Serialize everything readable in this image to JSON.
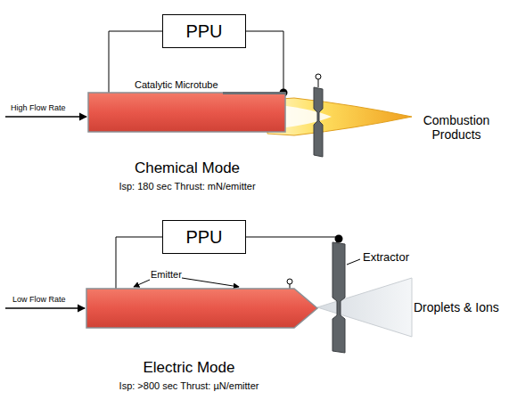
{
  "diagram": {
    "nodes": [
      {
        "text": [
          "PPU"
        ]
      },
      {
        "text": [
          "Catalytic Microtube"
        ]
      },
      {
        "text": [
          "PPU"
        ]
      },
      {
        "text": [
          "Emitter"
        ]
      }
    ],
    "edges": [
      {
        "from": 0,
        "to": 1,
        "arrow": "none"
      },
      {
        "from": 0,
        "to": 1,
        "arrow": "none"
      },
      {
        "from": 2,
        "to": 3,
        "arrow": "none"
      }
    ],
    "labels": [
      "High Flow Rate",
      "Combustion Products",
      "Chemical Mode",
      "Isp: 180 sec Thrust: mN/emitter",
      "Low Flow Rate",
      "Extractor",
      "Droplets & Ions",
      "Electric Mode",
      "Isp: >800 sec Thrust: µN/emitter"
    ]
  }
}
